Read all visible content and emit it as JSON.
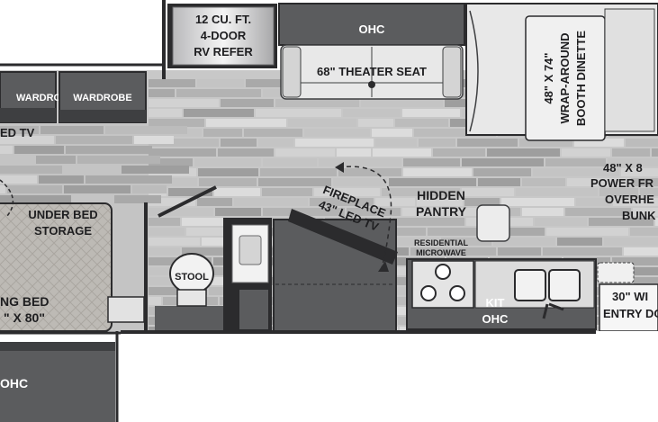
{
  "floorplan": {
    "refrigerator": {
      "line1": "12 CU. FT.",
      "line2": "4-DOOR",
      "line3": "RV REFER"
    },
    "theater_seat": {
      "ohc": "OHC",
      "label": "68\" THEATER SEAT"
    },
    "dinette": {
      "line1": "48\" X 74\"",
      "line2": "WRAP-AROUND",
      "line3": "BOOTH DINETTE"
    },
    "bunk": {
      "line1": "48\" X 8",
      "line2": "POWER FR",
      "line3": "OVERHE",
      "line4": "BUNK"
    },
    "wardrobe_left": "WARDROBE",
    "wardrobe_right": "WARDROBE",
    "bedroom_tv": "ED TV",
    "under_bed_storage": {
      "line1": "UNDER BED",
      "line2": "STORAGE"
    },
    "bed": {
      "line1": "NG BED",
      "line2": "\" X 80\""
    },
    "bedroom_ohc": "OHC",
    "stool": "STOOL",
    "fireplace": "FIREPLACE",
    "led_tv": "43\" LED TV",
    "hidden_pantry": {
      "line1": "HIDDEN",
      "line2": "PANTRY"
    },
    "microwave": {
      "line1": "RESIDENTIAL",
      "line2": "MICROWAVE"
    },
    "kitchen_ohc": {
      "line1": "KIT",
      "line2": "OHC"
    },
    "entry_door": {
      "line1": "30\" WI",
      "line2": "ENTRY DO"
    },
    "colors": {
      "wall": "#2b2b2d",
      "furniture": "#5b5c5e",
      "furniture_dark": "#3e3f41",
      "floor_base": "#c9c9c9",
      "carpet": "#b8b5b0",
      "light_fixture": "#e4e4e4"
    }
  }
}
